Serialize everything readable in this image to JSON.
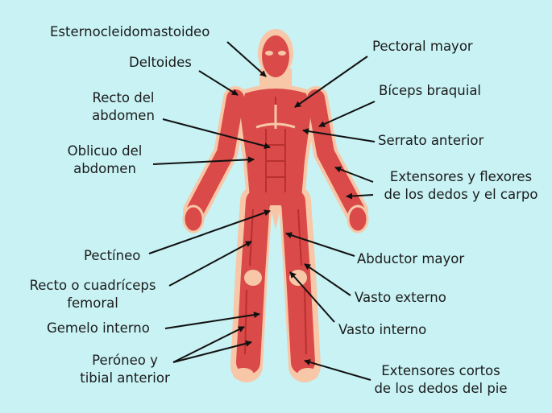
{
  "colors": {
    "background": "#c8f2f4",
    "muscle": "#d94a48",
    "muscle_dark": "#b8302f",
    "skin": "#f7c7a8",
    "arrow": "#111111"
  },
  "labels": {
    "esternocleidomastoideo": "Esternocleidomastoideo",
    "deltoides": "Deltoides",
    "recto_abdomen_1": "Recto del",
    "recto_abdomen_2": "abdomen",
    "oblicuo_1": "Oblicuo del",
    "oblicuo_2": "abdomen",
    "pectineo": "Pectíneo",
    "recto_femoral_1": "Recto o cuadríceps",
    "recto_femoral_2": "femoral",
    "gemelo": "Gemelo interno",
    "peroneo_1": "Peróneo y",
    "peroneo_2": "tibial anterior",
    "pectoral": "Pectoral mayor",
    "biceps": "Bíceps braquial",
    "serrato": "Serrato anterior",
    "extensores_1": "Extensores y flexores",
    "extensores_2": "de los dedos y el carpo",
    "abductor": "Abductor mayor",
    "vasto_externo": "Vasto externo",
    "vasto_interno": "Vasto interno",
    "extensores_pie_1": "Extensores cortos",
    "extensores_pie_2": "de los dedos del pie"
  }
}
